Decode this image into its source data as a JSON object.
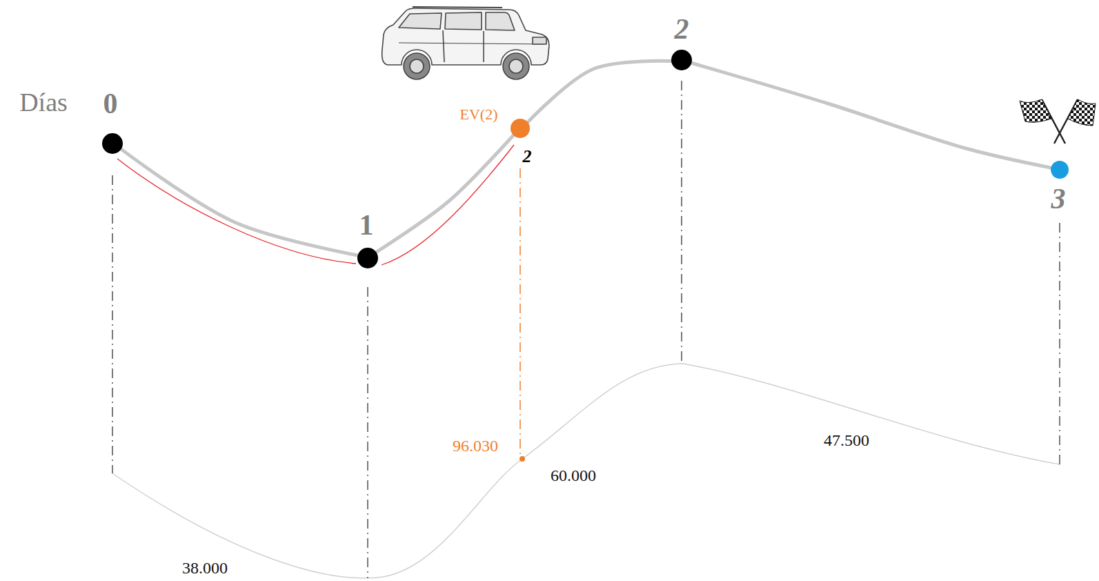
{
  "diagram": {
    "nodes": [
      {
        "text": [
          "0"
        ]
      },
      {
        "text": [
          "1"
        ]
      },
      {
        "text": [
          "EV(2)",
          "2"
        ]
      },
      {
        "text": [
          "2"
        ]
      },
      {
        "text": [
          "3"
        ]
      }
    ],
    "edges": [
      {
        "from": 0,
        "to": 1,
        "arrow": "none"
      },
      {
        "from": 1,
        "to": 2,
        "arrow": "none"
      },
      {
        "from": 2,
        "to": 3,
        "arrow": "none"
      },
      {
        "from": 3,
        "to": 4,
        "arrow": "none"
      }
    ],
    "labels": [
      "Días",
      "38.000",
      "96.030",
      "60.000",
      "47.500"
    ]
  }
}
